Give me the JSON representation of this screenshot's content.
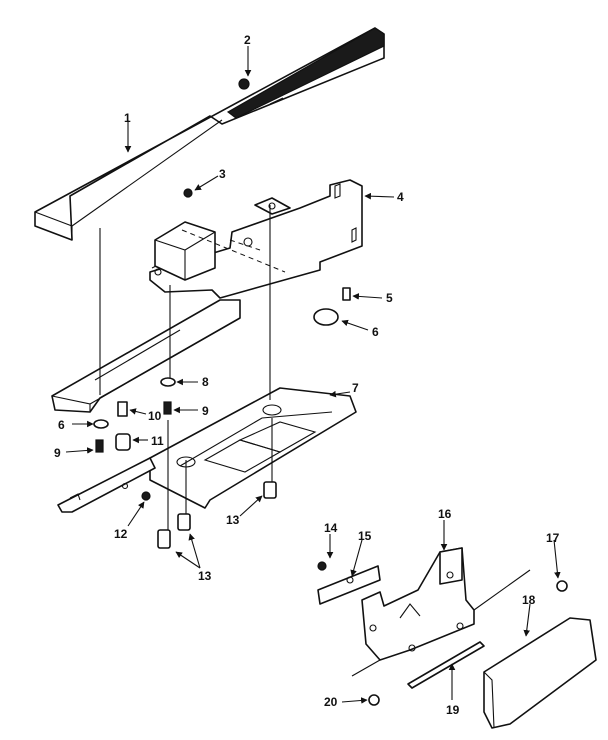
{
  "callouts": {
    "c1": "1",
    "c2": "2",
    "c3": "3",
    "c4": "4",
    "c5": "5",
    "c6a": "6",
    "c6b": "6",
    "c7": "7",
    "c8": "8",
    "c9a": "9",
    "c9b": "9",
    "c10": "10",
    "c11": "11",
    "c12": "12",
    "c13a": "13",
    "c13b": "13",
    "c14": "14",
    "c15": "15",
    "c16": "16",
    "c17": "17",
    "c18": "18",
    "c19": "19",
    "c20": "20"
  }
}
